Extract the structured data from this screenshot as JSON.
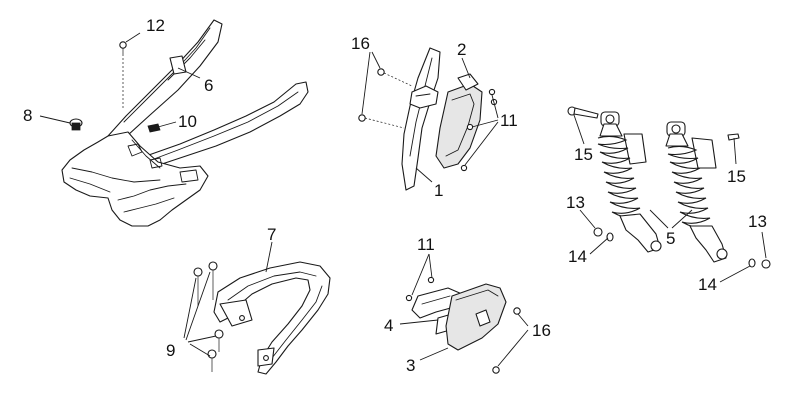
{
  "diagram": {
    "callouts": [
      {
        "id": "c12",
        "label": "12"
      },
      {
        "id": "c6",
        "label": "6"
      },
      {
        "id": "c8",
        "label": "8"
      },
      {
        "id": "c10",
        "label": "10"
      },
      {
        "id": "c16a",
        "label": "16"
      },
      {
        "id": "c2",
        "label": "2"
      },
      {
        "id": "c11a",
        "label": "11"
      },
      {
        "id": "c1",
        "label": "1"
      },
      {
        "id": "c15a",
        "label": "15"
      },
      {
        "id": "c15b",
        "label": "15"
      },
      {
        "id": "c13a",
        "label": "13"
      },
      {
        "id": "c5",
        "label": "5"
      },
      {
        "id": "c14a",
        "label": "14"
      },
      {
        "id": "c13b",
        "label": "13"
      },
      {
        "id": "c14b",
        "label": "14"
      },
      {
        "id": "c7",
        "label": "7"
      },
      {
        "id": "c9",
        "label": "9"
      },
      {
        "id": "c11b",
        "label": "11"
      },
      {
        "id": "c4",
        "label": "4"
      },
      {
        "id": "c16b",
        "label": "16"
      },
      {
        "id": "c3",
        "label": "3"
      }
    ]
  }
}
